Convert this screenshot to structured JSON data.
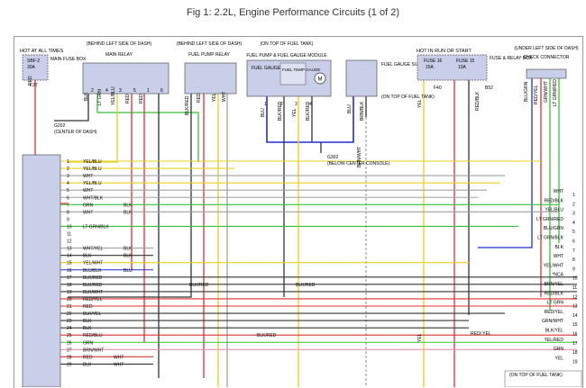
{
  "title": "Fig 1: 2.2L, Engine Performance Circuits (1 of 2)",
  "colors": {
    "component_fill": "#c9cfe8",
    "frame": "#9a9a9a",
    "wire_red": "#e03030",
    "wire_yellow": "#e8d020",
    "wire_green": "#38c038",
    "wire_blue": "#2030d0",
    "wire_black": "#333333",
    "wire_gray": "#a0a0a0",
    "wire_pink": "#e98fb0"
  },
  "components": {
    "main_fuse_box": {
      "title": "HOT AT ALL TIMES",
      "location": "MAIN FUSE BOX",
      "fuse": "SBF-2",
      "rating": "30A",
      "terminal": "F37"
    },
    "main_relay": {
      "location": "(BEHIND LEFT SIDE OF DASH)",
      "name": "MAIN RELAY"
    },
    "fuel_pump_relay": {
      "location": "(BEHIND LEFT SIDE OF DASH)",
      "name": "FUEL PUMP RELAY"
    },
    "fuel_pump_module": {
      "location": "(ON TOP OF FUEL TANK)",
      "name": "FUEL PUMP & FUEL GAUGE MODULE",
      "gauge": "FUEL GAUGE",
      "temp_gauge": "FUEL TEMP GAUGE",
      "motor": "M"
    },
    "sub_module": {
      "name": "FUEL GAUGE SUB MODULE (AWD)",
      "location": "(ON TOP OF FUEL TANK)"
    },
    "relay_box": {
      "title": "HOT IN RUN OR START",
      "name": "FUSE & RELAY BOX",
      "fuse1": "FUSE 16",
      "fuse1_rating": "15A",
      "fuse2": "FUSE 15",
      "fuse2_rating": "10A",
      "terminals": [
        "F40",
        "B52"
      ]
    },
    "check_connector": {
      "location": "(UNDER LEFT SIDE OF DASH)",
      "name": "CHECK CONNECTOR"
    },
    "ground_g202": {
      "name": "G202",
      "location": "(CENTER OF DASH)"
    },
    "ground_g302": {
      "name": "G302",
      "location": "(BELOW CENTER CONSOLE)"
    },
    "bottom_note": "(ON TOP OF FUEL TANK)"
  },
  "top_wire_labels": [
    "RED",
    "BLK",
    "LT GRN",
    "YEL/BLU",
    "RED",
    "RED",
    "BLK/RED",
    "RED",
    "YEL",
    "WHT",
    "BLU",
    "BLK/RED",
    "YEL",
    "BLK/RED",
    "BLU",
    "BRN/BLK",
    "BRN/WHT",
    "YEL",
    "RED/BLK",
    "BLU/GRN",
    "RED/YEL",
    "GRN/WHT",
    "LT GRN/RED"
  ],
  "connector_pins_left": [
    {
      "pin": "1",
      "color": "YEL/BLU"
    },
    {
      "pin": "2",
      "color": "YEL/BLU"
    },
    {
      "pin": "3",
      "color": "WHT"
    },
    {
      "pin": "4",
      "color": "YEL/BLU"
    },
    {
      "pin": "5",
      "color": "WHT"
    },
    {
      "pin": "6",
      "color": "WHT/BLK"
    },
    {
      "pin": "7",
      "color": "GRN"
    },
    {
      "pin": "8",
      "color": "WHT"
    },
    {
      "pin": "9",
      "color": ""
    },
    {
      "pin": "10",
      "color": "LT GRN/BLK"
    },
    {
      "pin": "11",
      "color": ""
    },
    {
      "pin": "12",
      "color": ""
    },
    {
      "pin": "13",
      "color": "WHT/YEL"
    },
    {
      "pin": "14",
      "color": "BLK"
    },
    {
      "pin": "15",
      "color": "YEL/WHT"
    },
    {
      "pin": "16",
      "color": "BLU/BLK"
    },
    {
      "pin": "17",
      "color": "BLK/RED"
    },
    {
      "pin": "18",
      "color": "BLK/RED"
    },
    {
      "pin": "19",
      "color": "BLK/WHT"
    },
    {
      "pin": "20",
      "color": "RED/YEL"
    },
    {
      "pin": "21",
      "color": "RED"
    },
    {
      "pin": "22",
      "color": "BLK/YEL"
    },
    {
      "pin": "23",
      "color": "BLK"
    },
    {
      "pin": "24",
      "color": "BLK"
    },
    {
      "pin": "25",
      "color": "RED/BLU"
    },
    {
      "pin": "26",
      "color": "GRN"
    },
    {
      "pin": "27",
      "color": "BRN/WHT"
    },
    {
      "pin": "28",
      "color": "RED"
    },
    {
      "pin": "29",
      "color": "BLK"
    }
  ],
  "inline_labels": {
    "blk_7": "BLK",
    "blk_8": "BLK",
    "blk_13": "BLK",
    "blk_14": "BLK",
    "blu_16": "BLU",
    "wht_28": "WHT",
    "wht_29": "WHT",
    "blkred_mid1": "BLK/RED",
    "blkred_mid2": "BLK/RED",
    "blkred_lower": "BLK/RED",
    "yel_vert": "YEL",
    "redyel_vert": "RED/ YEL",
    "brnwht_vert": "BRN/WHT"
  },
  "right_pins": [
    {
      "pin": "1",
      "color": "WHT"
    },
    {
      "pin": "2",
      "color": "RED/BLK"
    },
    {
      "pin": "3",
      "color": "YEL/BLU"
    },
    {
      "pin": "4",
      "color": "LT GRN/RED"
    },
    {
      "pin": "5",
      "color": "BLU/GRN"
    },
    {
      "pin": "6",
      "color": "LT GRN/BLK"
    },
    {
      "pin": "7",
      "color": "BLK"
    },
    {
      "pin": "8",
      "color": "WHT"
    },
    {
      "pin": "9",
      "color": "YEL/WHT"
    },
    {
      "pin": "10",
      "color": "*NCA"
    },
    {
      "pin": "11",
      "color": "BRN/YEL"
    },
    {
      "pin": "12",
      "color": "RED/BLK"
    },
    {
      "pin": "13",
      "color": "LT GRN"
    },
    {
      "pin": "14",
      "color": "RED/YEL"
    },
    {
      "pin": "15",
      "color": "GRN/WHT"
    },
    {
      "pin": "16",
      "color": "BLK/YEL"
    },
    {
      "pin": "17",
      "color": "YEL/RED"
    },
    {
      "pin": "18",
      "color": "GRN"
    },
    {
      "pin": "19",
      "color": "YEL"
    }
  ],
  "relay_pins": [
    "2",
    "4",
    "3",
    "5",
    "1",
    "6"
  ],
  "module_pins": [
    "1",
    "2",
    "3",
    "4"
  ]
}
